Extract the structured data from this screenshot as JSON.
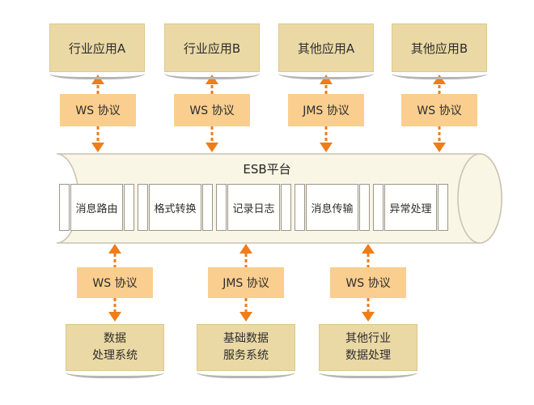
{
  "colors": {
    "node_fill": "#ebd9a5",
    "node_border": "#ddc88f",
    "protocol_fill": "#f9ce8f",
    "arrow_orange": "#ee7d1a",
    "cylinder_fill": "#faf6e5",
    "cylinder_stroke": "#c9c2b0",
    "service_box_border": "#9b968b",
    "shadow_gray": "#b5b5b5",
    "text": "#2d2d2d"
  },
  "top_apps": [
    "行业应用A",
    "行业应用B",
    "其他应用A",
    "其他应用B"
  ],
  "top_protocols": [
    "WS 协议",
    "WS 协议",
    "JMS 协议",
    "WS 协议"
  ],
  "esb": {
    "title": "ESB平台",
    "services": [
      "消息路由",
      "格式转换",
      "记录日志",
      "消息传输",
      "异常处理"
    ]
  },
  "bottom_protocols": [
    "WS 协议",
    "JMS 协议",
    "WS 协议"
  ],
  "bottom_systems": [
    [
      "数据",
      "处理系统"
    ],
    [
      "基础数据",
      "服务系统"
    ],
    [
      "其他行业",
      "数据处理"
    ]
  ]
}
